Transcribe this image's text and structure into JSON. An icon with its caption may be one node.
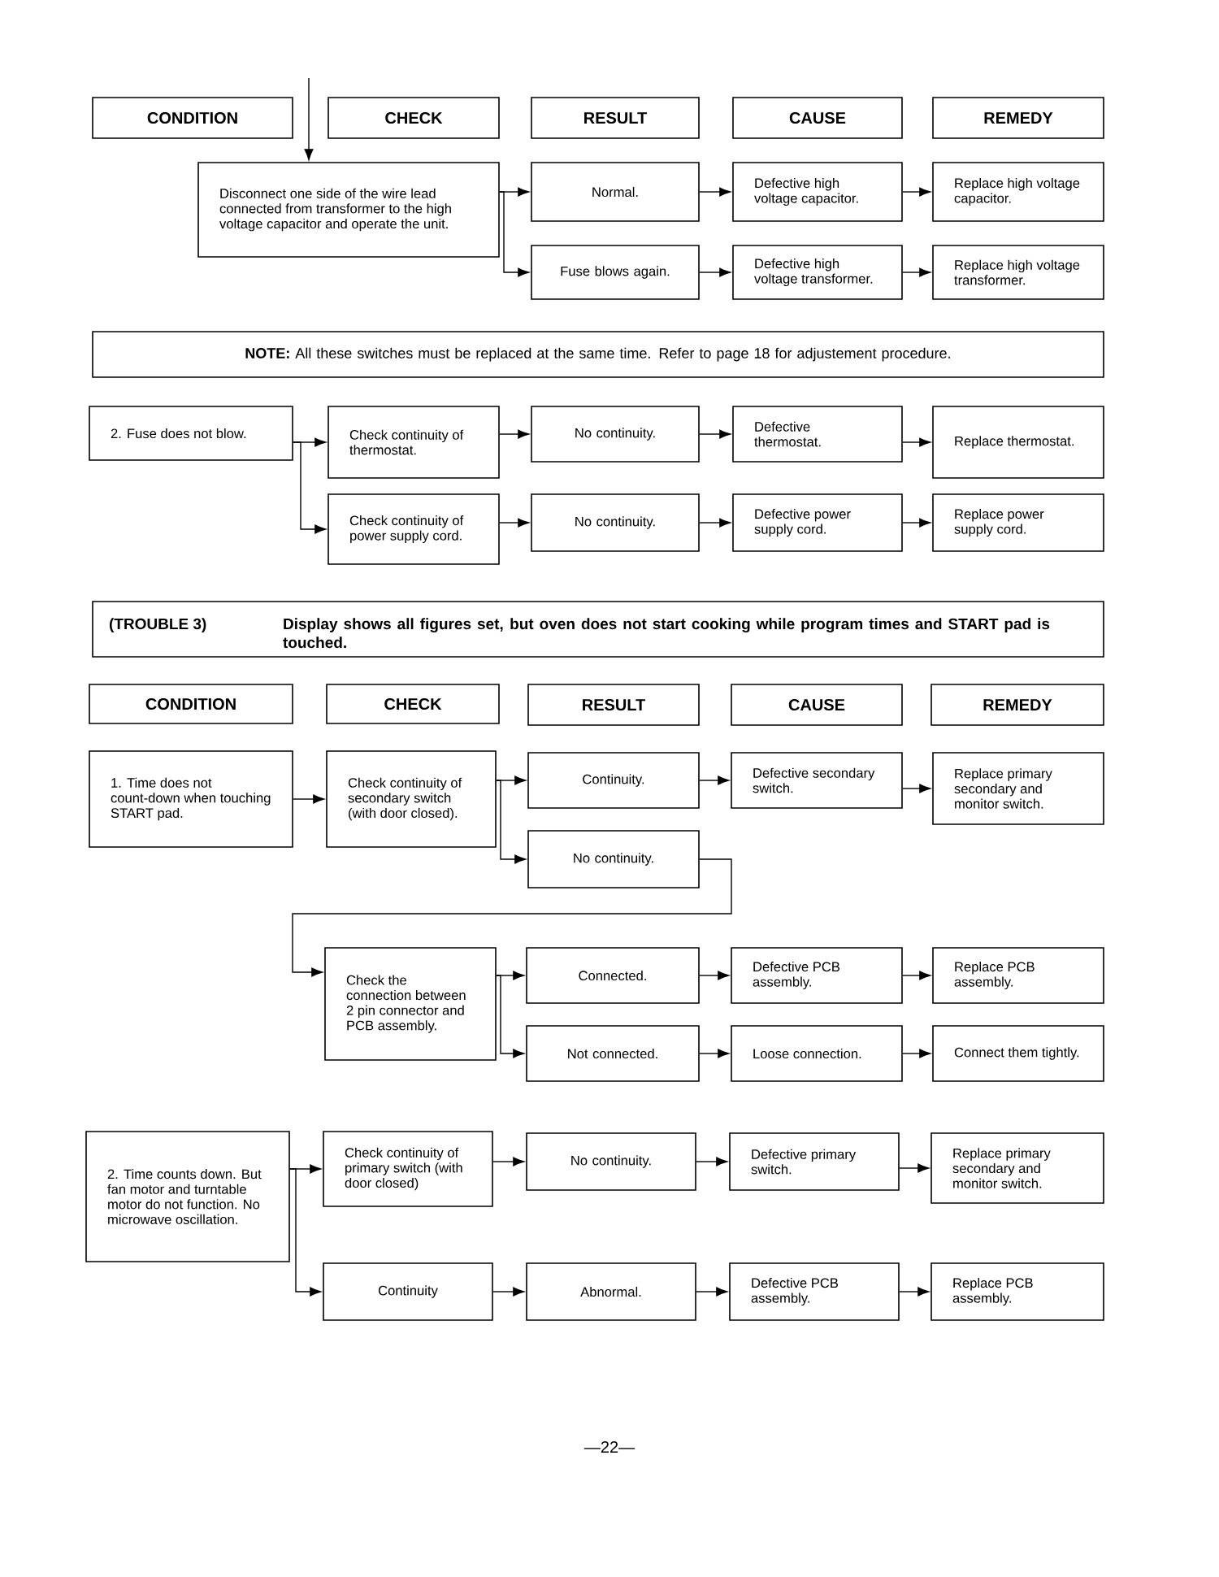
{
  "diagram": {
    "nodes": [
      {
        "text": [
          "CONDITION"
        ]
      },
      {
        "text": [
          "CHECK"
        ]
      },
      {
        "text": [
          "RESULT"
        ]
      },
      {
        "text": [
          "CAUSE"
        ]
      },
      {
        "text": [
          "REMEDY"
        ]
      },
      {
        "text": [
          "Disconnect one side of the wire lead connected from transformer to the high voltage capacitor and operate the unit."
        ]
      },
      {
        "text": [
          "Normal."
        ]
      },
      {
        "text": [
          "Fuse blows again."
        ]
      },
      {
        "text": [
          "Defective high voltage capacitor."
        ]
      },
      {
        "text": [
          "Defective high voltage transformer."
        ]
      },
      {
        "text": [
          "Replace high voltage capacitor."
        ]
      },
      {
        "text": [
          "Replace high voltage transformer."
        ]
      },
      {
        "text": [
          "**NOTE:** All these switches must be replaced at the same time. Refer to page 18 for adjustement procedure."
        ]
      },
      {
        "text": [
          "2. Fuse does not blow."
        ]
      },
      {
        "text": [
          "Check continuity of thermostat."
        ]
      },
      {
        "text": [
          "No continuity."
        ]
      },
      {
        "text": [
          "Defective thermostat."
        ]
      },
      {
        "text": [
          "Replace thermostat."
        ]
      },
      {
        "text": [
          "Check continuity of power supply cord."
        ]
      },
      {
        "text": [
          "No continuity."
        ]
      },
      {
        "text": [
          "Defective power supply cord."
        ]
      },
      {
        "text": [
          "Replace power supply cord."
        ]
      },
      {
        "text": [
          "(TROUBLE 3)",
          "Display shows all figures set, but oven does not start cooking while program times and START pad is touched."
        ]
      },
      {
        "text": [
          "CONDITION"
        ]
      },
      {
        "text": [
          "CHECK"
        ]
      },
      {
        "text": [
          "RESULT"
        ]
      },
      {
        "text": [
          "CAUSE"
        ]
      },
      {
        "text": [
          "REMEDY"
        ]
      },
      {
        "text": [
          "1. Time does not count-down when touching START pad."
        ]
      },
      {
        "text": [
          "Check continuity of secondary switch (with door closed)."
        ]
      },
      {
        "text": [
          "Continuity."
        ]
      },
      {
        "text": [
          "Defective secondary switch."
        ]
      },
      {
        "text": [
          "Replace primary secondary and monitor switch."
        ]
      },
      {
        "text": [
          "No continuity."
        ]
      },
      {
        "text": [
          "Check the connection between 2 pin connector and PCB assembly."
        ]
      },
      {
        "text": [
          "Connected."
        ]
      },
      {
        "text": [
          "Defective PCB assembly."
        ]
      },
      {
        "text": [
          "Replace PCB assembly."
        ]
      },
      {
        "text": [
          "Not connected."
        ]
      },
      {
        "text": [
          "Loose connection."
        ]
      },
      {
        "text": [
          "Connect them tightly."
        ]
      },
      {
        "text": [
          "2. Time counts down. But fan motor and turntable motor do not function. No microwave oscillation."
        ]
      },
      {
        "text": [
          "Check continuity of primary switch (with door closed)"
        ]
      },
      {
        "text": [
          "No continuity."
        ]
      },
      {
        "text": [
          "Defective primary switch."
        ]
      },
      {
        "text": [
          "Replace primary secondary and monitor switch."
        ]
      },
      {
        "text": [
          "Continuity"
        ]
      },
      {
        "text": [
          "Abnormal."
        ]
      },
      {
        "text": [
          "Defective PCB assembly."
        ]
      },
      {
        "text": [
          "Replace PCB assembly."
        ]
      }
    ],
    "edges": [
      {
        "from": null,
        "to": 5,
        "arrow": "to"
      },
      {
        "from": 5,
        "to": 6,
        "arrow": "to"
      },
      {
        "from": 5,
        "to": 7,
        "arrow": "to"
      },
      {
        "from": 6,
        "to": 8,
        "arrow": "to"
      },
      {
        "from": 8,
        "to": 10,
        "arrow": "to"
      },
      {
        "from": 7,
        "to": 9,
        "arrow": "to"
      },
      {
        "from": 9,
        "to": 11,
        "arrow": "to"
      },
      {
        "from": 13,
        "to": 14,
        "arrow": "to"
      },
      {
        "from": 13,
        "to": 18,
        "arrow": "to"
      },
      {
        "from": 14,
        "to": 15,
        "arrow": "to"
      },
      {
        "from": 15,
        "to": 16,
        "arrow": "to"
      },
      {
        "from": 16,
        "to": 17,
        "arrow": "to"
      },
      {
        "from": 18,
        "to": 19,
        "arrow": "to"
      },
      {
        "from": 19,
        "to": 20,
        "arrow": "to"
      },
      {
        "from": 20,
        "to": 21,
        "arrow": "to"
      },
      {
        "from": 28,
        "to": 29,
        "arrow": "to"
      },
      {
        "from": 29,
        "to": 30,
        "arrow": "to"
      },
      {
        "from": 29,
        "to": 33,
        "arrow": "to"
      },
      {
        "from": 30,
        "to": 31,
        "arrow": "to"
      },
      {
        "from": 31,
        "to": 32,
        "arrow": "to"
      },
      {
        "from": 33,
        "to": 34,
        "arrow": "to"
      },
      {
        "from": 34,
        "to": 35,
        "arrow": "to"
      },
      {
        "from": 34,
        "to": 38,
        "arrow": "to"
      },
      {
        "from": 35,
        "to": 36,
        "arrow": "to"
      },
      {
        "from": 36,
        "to": 37,
        "arrow": "to"
      },
      {
        "from": 38,
        "to": 39,
        "arrow": "to"
      },
      {
        "from": 39,
        "to": 40,
        "arrow": "to"
      },
      {
        "from": 41,
        "to": 42,
        "arrow": "to"
      },
      {
        "from": 41,
        "to": 46,
        "arrow": "to"
      },
      {
        "from": 42,
        "to": 43,
        "arrow": "to"
      },
      {
        "from": 43,
        "to": 44,
        "arrow": "to"
      },
      {
        "from": 44,
        "to": 45,
        "arrow": "to"
      },
      {
        "from": 46,
        "to": 47,
        "arrow": "to"
      },
      {
        "from": 47,
        "to": 48,
        "arrow": "to"
      },
      {
        "from": 48,
        "to": 49,
        "arrow": "to"
      }
    ],
    "labels": [
      "—22—"
    ]
  }
}
